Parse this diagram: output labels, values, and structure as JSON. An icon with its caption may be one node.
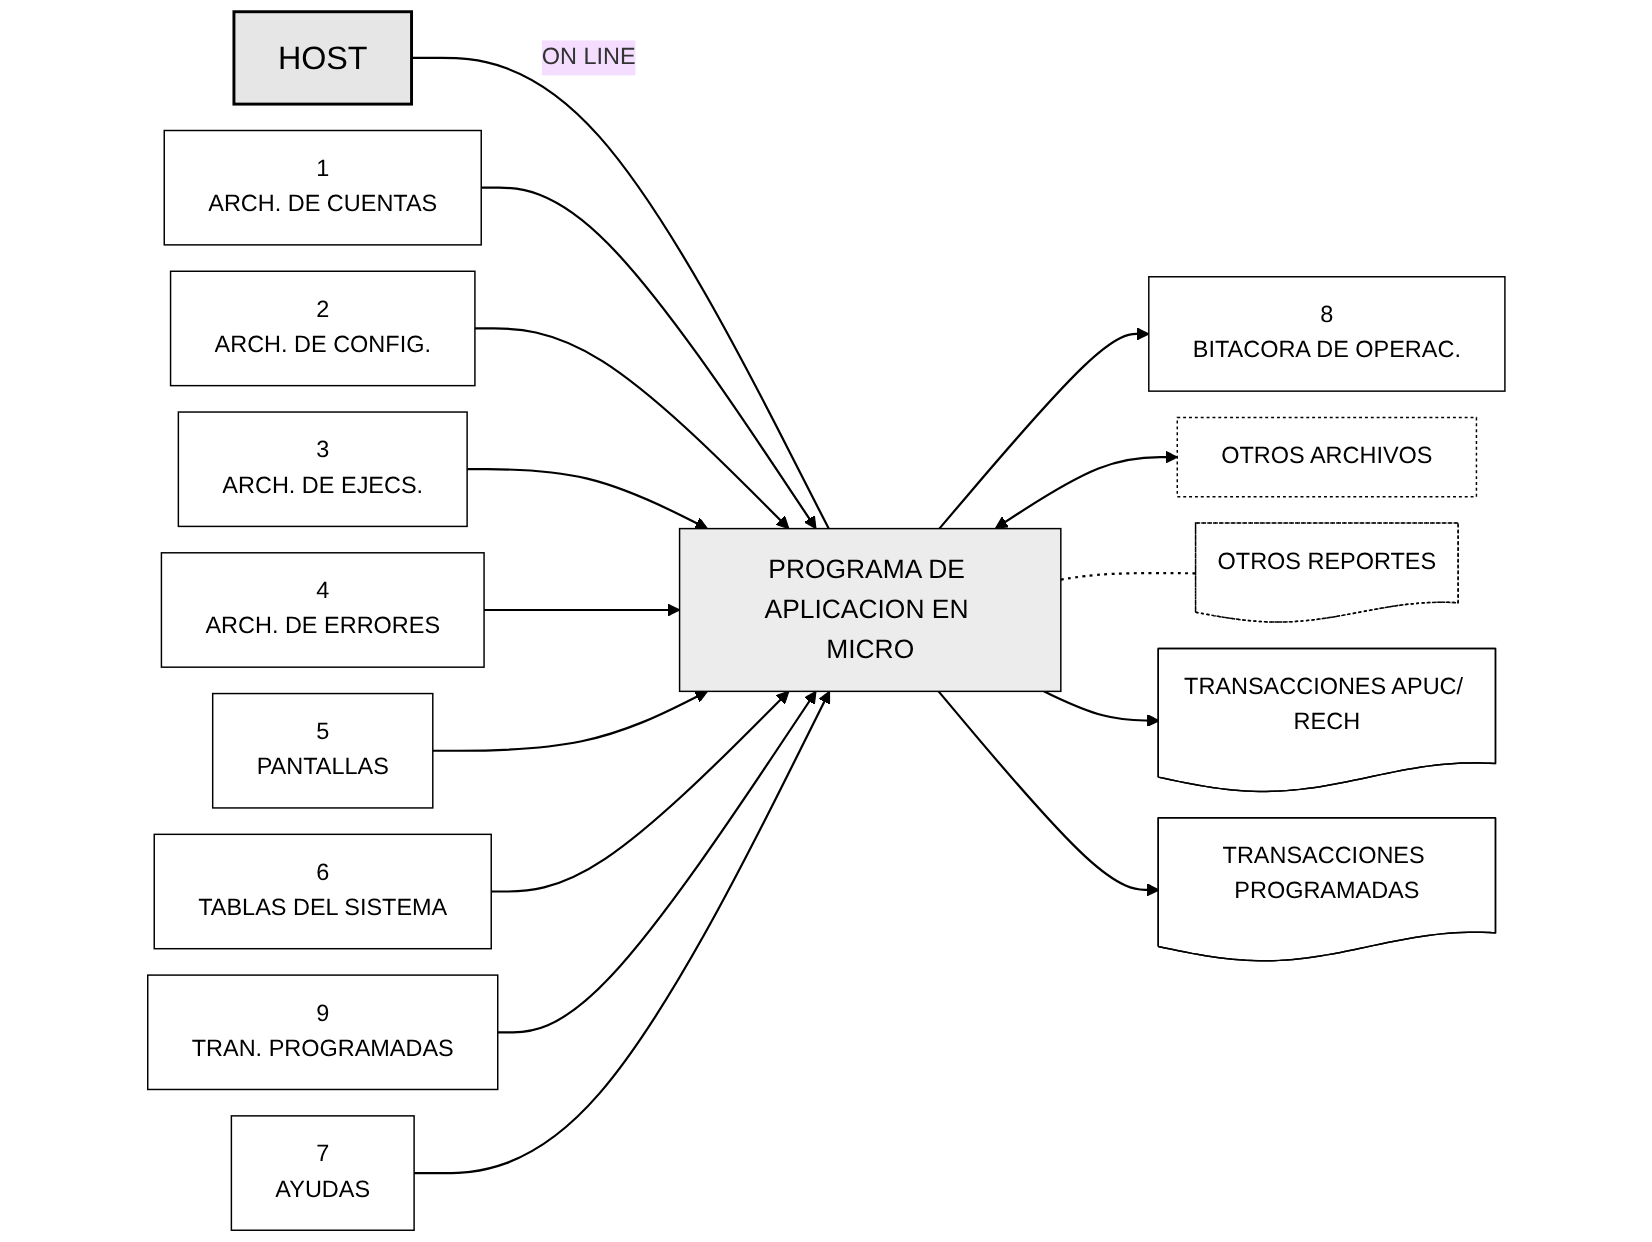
{
  "diagram": {
    "nodes": [
      {
        "text": [
          "HOST"
        ]
      },
      {
        "text": [
          "1",
          "ARCH. DE CUENTAS"
        ]
      },
      {
        "text": [
          "9",
          "TRAN. PROGRAMADAS"
        ]
      },
      {
        "text": [
          "2",
          "ARCH. DE CONFIG."
        ]
      },
      {
        "text": [
          "7",
          "AYUDAS"
        ]
      },
      {
        "text": [
          "PROGRAMA DE APLICACION EN MICRO"
        ]
      },
      {
        "text": [
          "3",
          "ARCH. DE EJECS."
        ]
      },
      {
        "text": [
          "8",
          "BITACORA DE OPERAC."
        ]
      },
      {
        "text": [
          "4",
          "ARCH. DE ERRORES"
        ]
      },
      {
        "text": [
          "OTROS ARCHIVOS"
        ]
      },
      {
        "text": [
          "5",
          "PANTALLAS"
        ]
      },
      {
        "text": [
          "6",
          "TABLAS DEL SISTEMA"
        ]
      },
      {
        "text": [
          "OTROS REPORTES"
        ]
      },
      {
        "text": [
          "TRANSACCIONES APUC/ RECH"
        ]
      },
      {
        "text": [
          "TRANSACCIONES PROGRAMADAS"
        ]
      }
    ],
    "edges": [
      {
        "from": 0,
        "to": 5,
        "arrow": "none",
        "label": "ON LINE"
      },
      {
        "from": 1,
        "to": 5,
        "arrow": "to"
      },
      {
        "from": 3,
        "to": 5,
        "arrow": "to"
      },
      {
        "from": 6,
        "to": 5,
        "arrow": "to"
      },
      {
        "from": 8,
        "to": 5,
        "arrow": "to"
      },
      {
        "from": 10,
        "to": 5,
        "arrow": "to"
      },
      {
        "from": 11,
        "to": 5,
        "arrow": "to"
      },
      {
        "from": 2,
        "to": 5,
        "arrow": "to"
      },
      {
        "from": 4,
        "to": 5,
        "arrow": "to"
      },
      {
        "from": 5,
        "to": 7,
        "arrow": "to"
      },
      {
        "from": 5,
        "to": 9,
        "arrow": "both"
      },
      {
        "from": 5,
        "to": 12,
        "arrow": "none",
        "style": "dashed"
      },
      {
        "from": 5,
        "to": 13,
        "arrow": "to"
      },
      {
        "from": 5,
        "to": 14,
        "arrow": "to"
      }
    ]
  }
}
